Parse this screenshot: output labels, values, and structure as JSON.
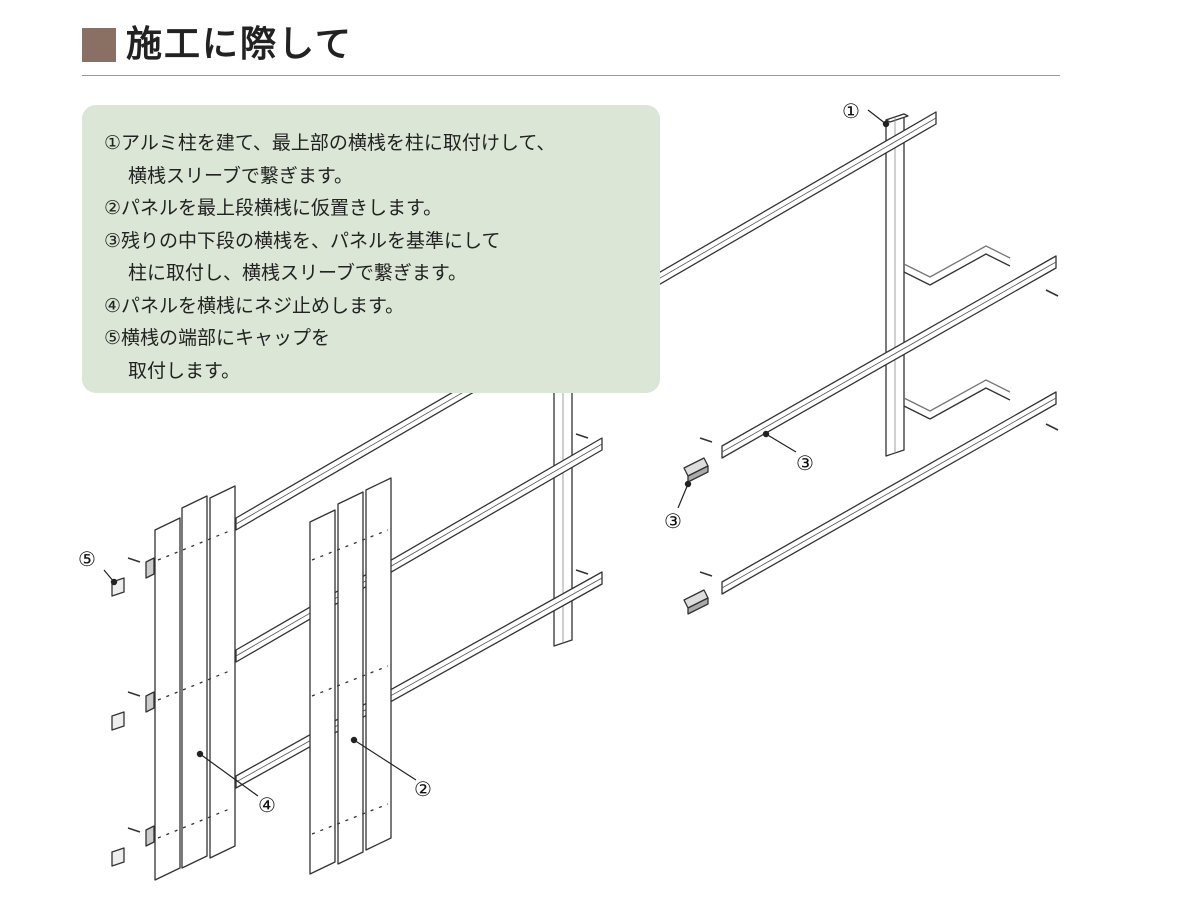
{
  "header": {
    "title": "施工に際して"
  },
  "instructions": [
    "①アルミ柱を建て、最上部の横桟を柱に取付けして、",
    "横桟スリーブで繋ぎます。",
    "②パネルを最上段横桟に仮置きします。",
    "③残りの中下段の横桟を、パネルを基準にして",
    "柱に取付し、横桟スリーブで繋ぎます。",
    "④パネルを横桟にネジ止めします。",
    "⑤横桟の端部にキャップを",
    "取付します。"
  ],
  "callouts": {
    "c1": "①",
    "c2": "②",
    "c3a": "③",
    "c3b": "③",
    "c4": "④",
    "c5": "⑤"
  },
  "colors": {
    "title_mark": "#8a6f63",
    "panel_bg": "#dbe6d6",
    "line": "#333333"
  }
}
